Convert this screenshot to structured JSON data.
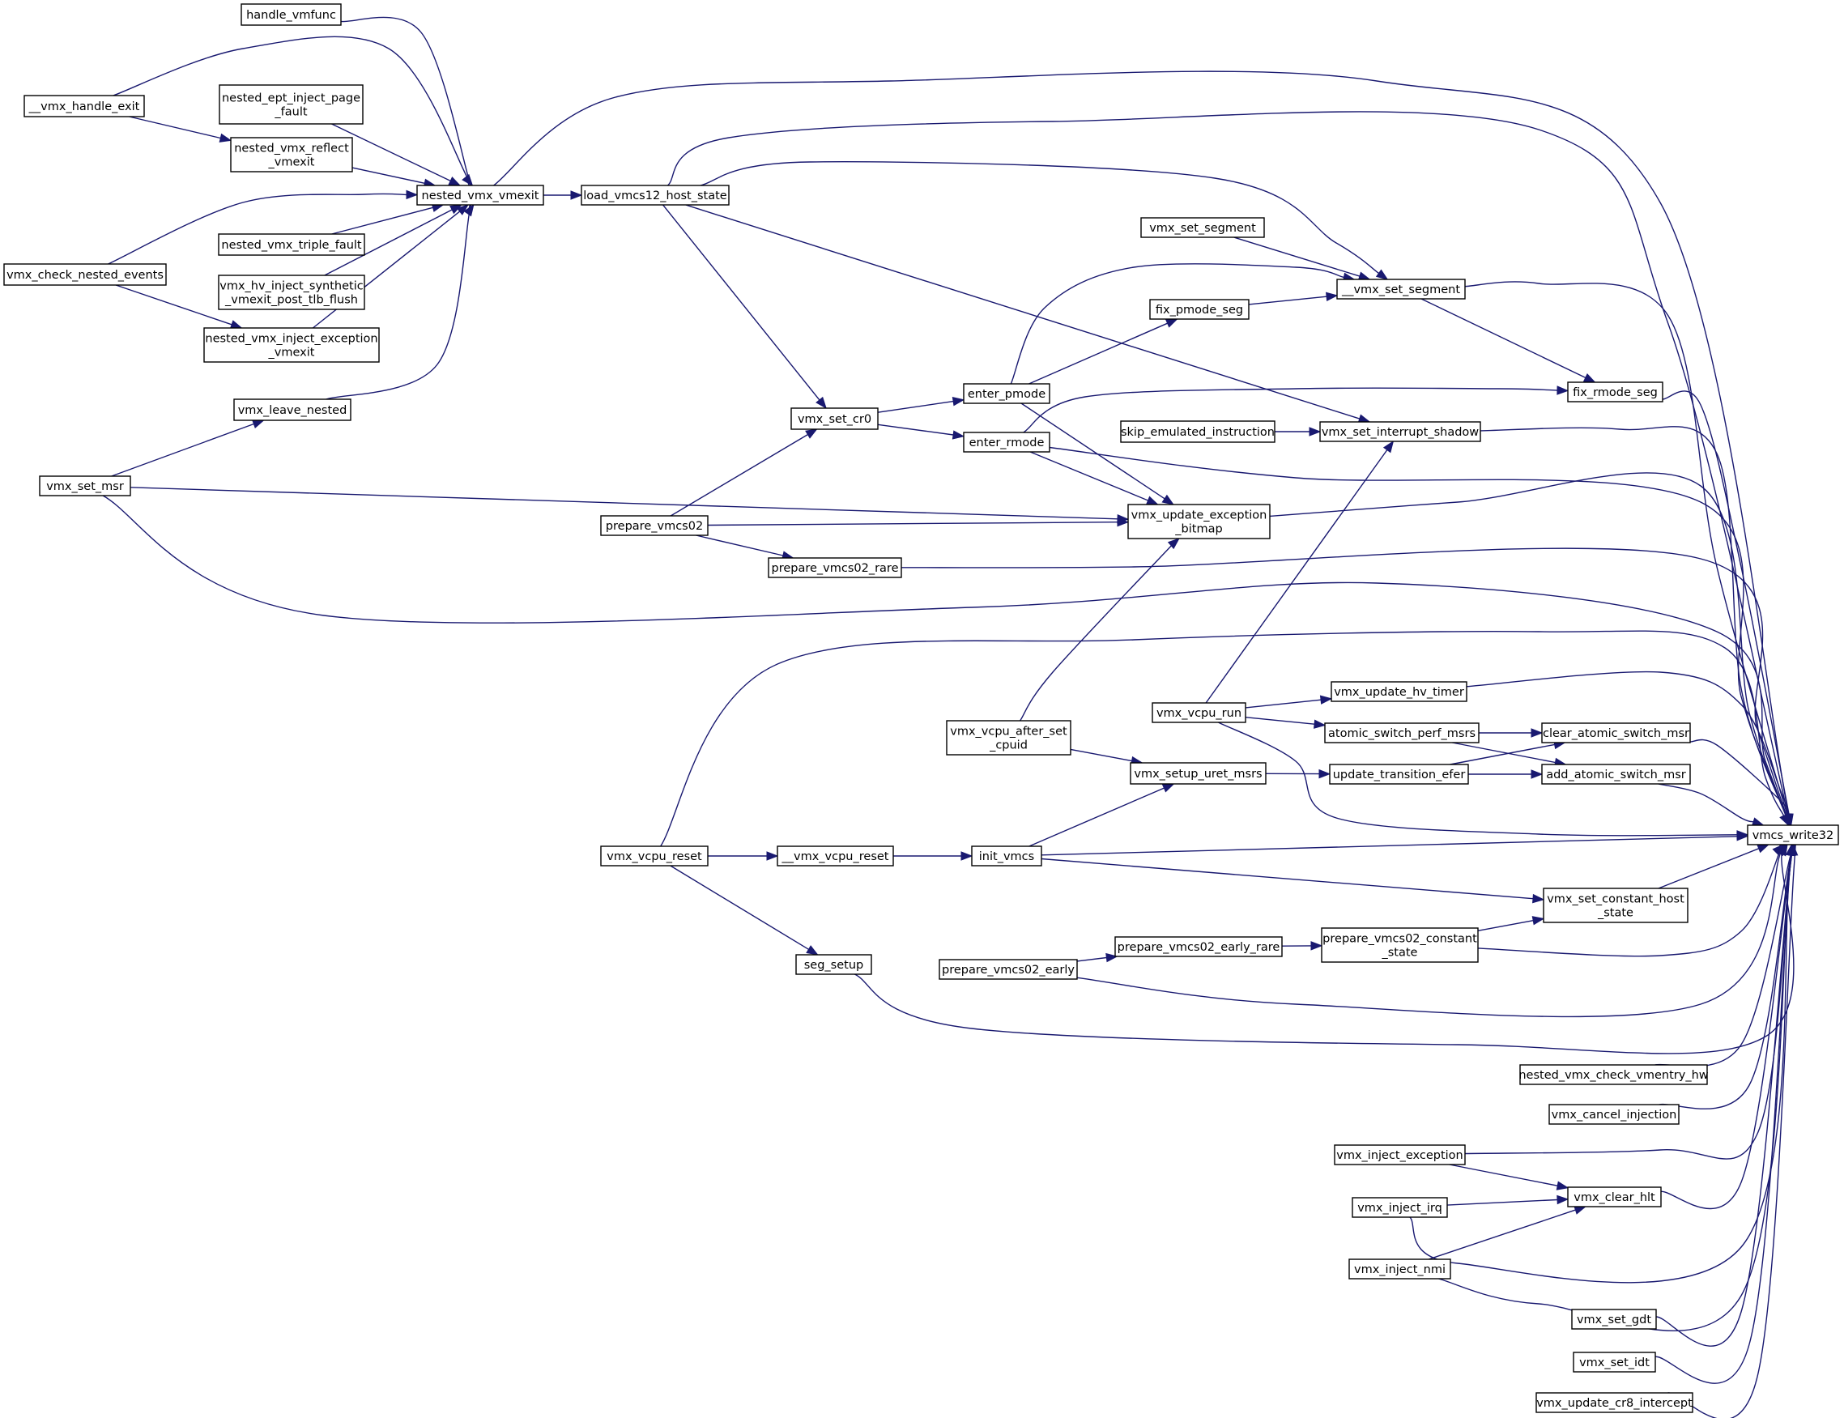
{
  "graph": {
    "title": "vmcs_write32 caller graph",
    "edge_color": "#191970",
    "normal_border": "#000000",
    "incomplete_border": "#ff0000",
    "root_fill": "#bfbfbf",
    "nodes": [
      {
        "id": "vmcs_write32",
        "lines": [
          "vmcs_write32"
        ],
        "style": "root"
      },
      {
        "id": "handle_vmfunc",
        "lines": [
          "handle_vmfunc"
        ],
        "style": "red"
      },
      {
        "id": "__vmx_handle_exit",
        "lines": [
          "__vmx_handle_exit"
        ],
        "style": "red"
      },
      {
        "id": "nested_ept_inject_page_fault",
        "lines": [
          "nested_ept_inject_page",
          "_fault"
        ],
        "style": "red"
      },
      {
        "id": "nested_vmx_reflect_vmexit",
        "lines": [
          "nested_vmx_reflect",
          "_vmexit"
        ],
        "style": "normal"
      },
      {
        "id": "nested_vmx_vmexit",
        "lines": [
          "nested_vmx_vmexit"
        ],
        "style": "normal"
      },
      {
        "id": "load_vmcs12_host_state",
        "lines": [
          "load_vmcs12_host_state"
        ],
        "style": "normal"
      },
      {
        "id": "nested_vmx_triple_fault",
        "lines": [
          "nested_vmx_triple_fault"
        ],
        "style": "normal"
      },
      {
        "id": "vmx_check_nested_events",
        "lines": [
          "vmx_check_nested_events"
        ],
        "style": "normal"
      },
      {
        "id": "vmx_hv_inject_synthetic_vmexit_post_tlb_flush",
        "lines": [
          "vmx_hv_inject_synthetic",
          "_vmexit_post_tlb_flush"
        ],
        "style": "normal"
      },
      {
        "id": "nested_vmx_inject_exception_vmexit",
        "lines": [
          "nested_vmx_inject_exception",
          "_vmexit"
        ],
        "style": "normal"
      },
      {
        "id": "vmx_leave_nested",
        "lines": [
          "vmx_leave_nested"
        ],
        "style": "red"
      },
      {
        "id": "vmx_set_msr",
        "lines": [
          "vmx_set_msr"
        ],
        "style": "normal"
      },
      {
        "id": "vmx_set_segment",
        "lines": [
          "vmx_set_segment"
        ],
        "style": "normal"
      },
      {
        "id": "__vmx_set_segment",
        "lines": [
          "__vmx_set_segment"
        ],
        "style": "normal"
      },
      {
        "id": "fix_pmode_seg",
        "lines": [
          "fix_pmode_seg"
        ],
        "style": "normal"
      },
      {
        "id": "fix_rmode_seg",
        "lines": [
          "fix_rmode_seg"
        ],
        "style": "normal"
      },
      {
        "id": "enter_pmode",
        "lines": [
          "enter_pmode"
        ],
        "style": "normal"
      },
      {
        "id": "vmx_set_cr0",
        "lines": [
          "vmx_set_cr0"
        ],
        "style": "red"
      },
      {
        "id": "enter_rmode",
        "lines": [
          "enter_rmode"
        ],
        "style": "normal"
      },
      {
        "id": "skip_emulated_instruction",
        "lines": [
          "skip_emulated_instruction"
        ],
        "style": "red"
      },
      {
        "id": "vmx_set_interrupt_shadow",
        "lines": [
          "vmx_set_interrupt_shadow"
        ],
        "style": "normal"
      },
      {
        "id": "prepare_vmcs02",
        "lines": [
          "prepare_vmcs02"
        ],
        "style": "normal"
      },
      {
        "id": "vmx_update_exception_bitmap",
        "lines": [
          "vmx_update_exception",
          "_bitmap"
        ],
        "style": "normal"
      },
      {
        "id": "prepare_vmcs02_rare",
        "lines": [
          "prepare_vmcs02_rare"
        ],
        "style": "normal"
      },
      {
        "id": "vmx_update_hv_timer",
        "lines": [
          "vmx_update_hv_timer"
        ],
        "style": "normal"
      },
      {
        "id": "vmx_vcpu_run",
        "lines": [
          "vmx_vcpu_run"
        ],
        "style": "normal"
      },
      {
        "id": "atomic_switch_perf_msrs",
        "lines": [
          "atomic_switch_perf_msrs"
        ],
        "style": "normal"
      },
      {
        "id": "clear_atomic_switch_msr",
        "lines": [
          "clear_atomic_switch_msr"
        ],
        "style": "normal"
      },
      {
        "id": "vmx_vcpu_after_set_cpuid",
        "lines": [
          "vmx_vcpu_after_set",
          "_cpuid"
        ],
        "style": "normal"
      },
      {
        "id": "vmx_setup_uret_msrs",
        "lines": [
          "vmx_setup_uret_msrs"
        ],
        "style": "red"
      },
      {
        "id": "update_transition_efer",
        "lines": [
          "update_transition_efer"
        ],
        "style": "normal"
      },
      {
        "id": "add_atomic_switch_msr",
        "lines": [
          "add_atomic_switch_msr"
        ],
        "style": "normal"
      },
      {
        "id": "vmx_vcpu_reset",
        "lines": [
          "vmx_vcpu_reset"
        ],
        "style": "normal"
      },
      {
        "id": "__vmx_vcpu_reset",
        "lines": [
          "__vmx_vcpu_reset"
        ],
        "style": "normal"
      },
      {
        "id": "init_vmcs",
        "lines": [
          "init_vmcs"
        ],
        "style": "normal"
      },
      {
        "id": "vmx_set_constant_host_state",
        "lines": [
          "vmx_set_constant_host",
          "_state"
        ],
        "style": "normal"
      },
      {
        "id": "prepare_vmcs02_early_rare",
        "lines": [
          "prepare_vmcs02_early_rare"
        ],
        "style": "normal"
      },
      {
        "id": "prepare_vmcs02_constant_state",
        "lines": [
          "prepare_vmcs02_constant",
          "_state"
        ],
        "style": "normal"
      },
      {
        "id": "seg_setup",
        "lines": [
          "seg_setup"
        ],
        "style": "normal"
      },
      {
        "id": "prepare_vmcs02_early",
        "lines": [
          "prepare_vmcs02_early"
        ],
        "style": "normal"
      },
      {
        "id": "nested_vmx_check_vmentry_hw",
        "lines": [
          "nested_vmx_check_vmentry_hw"
        ],
        "style": "normal"
      },
      {
        "id": "vmx_cancel_injection",
        "lines": [
          "vmx_cancel_injection"
        ],
        "style": "normal"
      },
      {
        "id": "vmx_inject_exception",
        "lines": [
          "vmx_inject_exception"
        ],
        "style": "normal"
      },
      {
        "id": "vmx_clear_hlt",
        "lines": [
          "vmx_clear_hlt"
        ],
        "style": "normal"
      },
      {
        "id": "vmx_inject_irq",
        "lines": [
          "vmx_inject_irq"
        ],
        "style": "normal"
      },
      {
        "id": "vmx_inject_nmi",
        "lines": [
          "vmx_inject_nmi"
        ],
        "style": "normal"
      },
      {
        "id": "vmx_set_gdt",
        "lines": [
          "vmx_set_gdt"
        ],
        "style": "normal"
      },
      {
        "id": "vmx_set_idt",
        "lines": [
          "vmx_set_idt"
        ],
        "style": "normal"
      },
      {
        "id": "vmx_update_cr8_intercept",
        "lines": [
          "vmx_update_cr8_intercept"
        ],
        "style": "normal"
      }
    ],
    "edges": [
      {
        "from": "handle_vmfunc",
        "to": "nested_vmx_vmexit"
      },
      {
        "from": "__vmx_handle_exit",
        "to": "nested_vmx_vmexit"
      },
      {
        "from": "__vmx_handle_exit",
        "to": "nested_vmx_reflect_vmexit"
      },
      {
        "from": "nested_ept_inject_page_fault",
        "to": "nested_vmx_vmexit"
      },
      {
        "from": "nested_vmx_reflect_vmexit",
        "to": "nested_vmx_vmexit"
      },
      {
        "from": "vmx_check_nested_events",
        "to": "nested_vmx_vmexit"
      },
      {
        "from": "vmx_check_nested_events",
        "to": "nested_vmx_inject_exception_vmexit"
      },
      {
        "from": "nested_vmx_triple_fault",
        "to": "nested_vmx_vmexit"
      },
      {
        "from": "vmx_hv_inject_synthetic_vmexit_post_tlb_flush",
        "to": "nested_vmx_vmexit"
      },
      {
        "from": "nested_vmx_inject_exception_vmexit",
        "to": "nested_vmx_vmexit"
      },
      {
        "from": "vmx_leave_nested",
        "to": "nested_vmx_vmexit"
      },
      {
        "from": "vmx_set_msr",
        "to": "vmx_leave_nested"
      },
      {
        "from": "nested_vmx_vmexit",
        "to": "load_vmcs12_host_state"
      },
      {
        "from": "nested_vmx_vmexit",
        "to": "vmcs_write32"
      },
      {
        "from": "load_vmcs12_host_state",
        "to": "vmcs_write32"
      },
      {
        "from": "load_vmcs12_host_state",
        "to": "__vmx_set_segment"
      },
      {
        "from": "load_vmcs12_host_state",
        "to": "vmx_set_cr0"
      },
      {
        "from": "load_vmcs12_host_state",
        "to": "vmx_set_interrupt_shadow"
      },
      {
        "from": "vmx_set_segment",
        "to": "__vmx_set_segment"
      },
      {
        "from": "fix_pmode_seg",
        "to": "__vmx_set_segment"
      },
      {
        "from": "enter_pmode",
        "to": "__vmx_set_segment"
      },
      {
        "from": "enter_pmode",
        "to": "fix_pmode_seg"
      },
      {
        "from": "__vmx_set_segment",
        "to": "vmcs_write32"
      },
      {
        "from": "__vmx_set_segment",
        "to": "fix_rmode_seg"
      },
      {
        "from": "enter_rmode",
        "to": "fix_rmode_seg"
      },
      {
        "from": "fix_rmode_seg",
        "to": "vmcs_write32"
      },
      {
        "from": "vmx_set_cr0",
        "to": "enter_pmode"
      },
      {
        "from": "vmx_set_cr0",
        "to": "enter_rmode"
      },
      {
        "from": "prepare_vmcs02",
        "to": "vmx_set_cr0"
      },
      {
        "from": "skip_emulated_instruction",
        "to": "vmx_set_interrupt_shadow"
      },
      {
        "from": "vmx_vcpu_run",
        "to": "vmx_set_interrupt_shadow"
      },
      {
        "from": "vmx_set_interrupt_shadow",
        "to": "vmcs_write32"
      },
      {
        "from": "enter_pmode",
        "to": "vmx_update_exception_bitmap"
      },
      {
        "from": "enter_rmode",
        "to": "vmx_update_exception_bitmap"
      },
      {
        "from": "enter_rmode",
        "to": "vmcs_write32"
      },
      {
        "from": "vmx_set_msr",
        "to": "vmx_update_exception_bitmap"
      },
      {
        "from": "vmx_set_msr",
        "to": "vmcs_write32"
      },
      {
        "from": "prepare_vmcs02",
        "to": "vmx_update_exception_bitmap"
      },
      {
        "from": "prepare_vmcs02",
        "to": "prepare_vmcs02_rare"
      },
      {
        "from": "vmx_vcpu_after_set_cpuid",
        "to": "vmx_update_exception_bitmap"
      },
      {
        "from": "vmx_vcpu_after_set_cpuid",
        "to": "vmx_setup_uret_msrs"
      },
      {
        "from": "vmx_update_exception_bitmap",
        "to": "vmcs_write32"
      },
      {
        "from": "prepare_vmcs02_rare",
        "to": "vmcs_write32"
      },
      {
        "from": "vmx_vcpu_reset",
        "to": "vmcs_write32"
      },
      {
        "from": "vmx_vcpu_reset",
        "to": "__vmx_vcpu_reset"
      },
      {
        "from": "vmx_vcpu_reset",
        "to": "seg_setup"
      },
      {
        "from": "vmx_vcpu_run",
        "to": "vmx_update_hv_timer"
      },
      {
        "from": "vmx_vcpu_run",
        "to": "atomic_switch_perf_msrs"
      },
      {
        "from": "vmx_vcpu_run",
        "to": "vmcs_write32"
      },
      {
        "from": "vmx_update_hv_timer",
        "to": "vmcs_write32"
      },
      {
        "from": "atomic_switch_perf_msrs",
        "to": "clear_atomic_switch_msr"
      },
      {
        "from": "atomic_switch_perf_msrs",
        "to": "add_atomic_switch_msr"
      },
      {
        "from": "update_transition_efer",
        "to": "clear_atomic_switch_msr"
      },
      {
        "from": "update_transition_efer",
        "to": "add_atomic_switch_msr"
      },
      {
        "from": "vmx_setup_uret_msrs",
        "to": "update_transition_efer"
      },
      {
        "from": "init_vmcs",
        "to": "vmx_setup_uret_msrs"
      },
      {
        "from": "clear_atomic_switch_msr",
        "to": "vmcs_write32"
      },
      {
        "from": "add_atomic_switch_msr",
        "to": "vmcs_write32"
      },
      {
        "from": "__vmx_vcpu_reset",
        "to": "init_vmcs"
      },
      {
        "from": "init_vmcs",
        "to": "vmcs_write32"
      },
      {
        "from": "init_vmcs",
        "to": "vmx_set_constant_host_state"
      },
      {
        "from": "prepare_vmcs02_constant_state",
        "to": "vmx_set_constant_host_state"
      },
      {
        "from": "vmx_set_constant_host_state",
        "to": "vmcs_write32"
      },
      {
        "from": "prepare_vmcs02_early",
        "to": "prepare_vmcs02_early_rare"
      },
      {
        "from": "prepare_vmcs02_early_rare",
        "to": "prepare_vmcs02_constant_state"
      },
      {
        "from": "prepare_vmcs02_constant_state",
        "to": "vmcs_write32"
      },
      {
        "from": "prepare_vmcs02_early",
        "to": "vmcs_write32"
      },
      {
        "from": "seg_setup",
        "to": "vmcs_write32"
      },
      {
        "from": "nested_vmx_check_vmentry_hw",
        "to": "vmcs_write32"
      },
      {
        "from": "vmx_cancel_injection",
        "to": "vmcs_write32"
      },
      {
        "from": "vmx_inject_exception",
        "to": "vmx_clear_hlt"
      },
      {
        "from": "vmx_inject_exception",
        "to": "vmcs_write32"
      },
      {
        "from": "vmx_inject_irq",
        "to": "vmx_clear_hlt"
      },
      {
        "from": "vmx_inject_irq",
        "to": "vmcs_write32"
      },
      {
        "from": "vmx_inject_nmi",
        "to": "vmx_clear_hlt"
      },
      {
        "from": "vmx_inject_nmi",
        "to": "vmcs_write32"
      },
      {
        "from": "vmx_clear_hlt",
        "to": "vmcs_write32"
      },
      {
        "from": "vmx_set_gdt",
        "to": "vmcs_write32"
      },
      {
        "from": "vmx_set_idt",
        "to": "vmcs_write32"
      },
      {
        "from": "vmx_update_cr8_intercept",
        "to": "vmcs_write32"
      }
    ]
  }
}
